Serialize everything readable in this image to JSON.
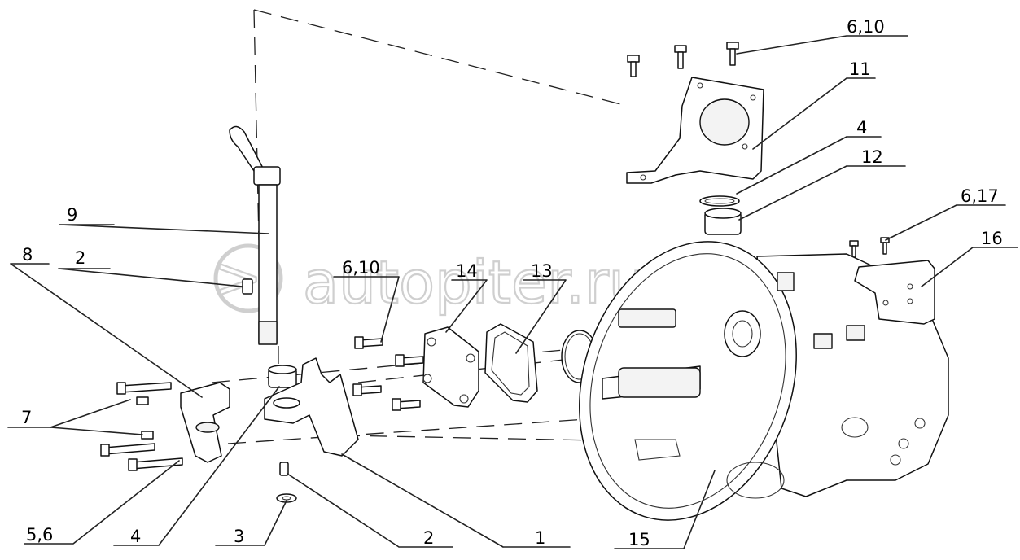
{
  "watermark": {
    "text": "autopiter.ru"
  },
  "callouts": [
    {
      "id": "c-6-10-top",
      "text": "6,10"
    },
    {
      "id": "c-11",
      "text": "11"
    },
    {
      "id": "c-4-top",
      "text": "4"
    },
    {
      "id": "c-12",
      "text": "12"
    },
    {
      "id": "c-6-17",
      "text": "6,17"
    },
    {
      "id": "c-16",
      "text": "16"
    },
    {
      "id": "c-9",
      "text": "9"
    },
    {
      "id": "c-8",
      "text": "8"
    },
    {
      "id": "c-2-top",
      "text": "2"
    },
    {
      "id": "c-6-10-mid",
      "text": "6,10"
    },
    {
      "id": "c-14",
      "text": "14"
    },
    {
      "id": "c-13",
      "text": "13"
    },
    {
      "id": "c-7",
      "text": "7"
    },
    {
      "id": "c-5-6",
      "text": "5,6"
    },
    {
      "id": "c-4-bottom",
      "text": "4"
    },
    {
      "id": "c-3",
      "text": "3"
    },
    {
      "id": "c-2-bottom",
      "text": "2"
    },
    {
      "id": "c-1",
      "text": "1"
    },
    {
      "id": "c-15",
      "text": "15"
    }
  ]
}
